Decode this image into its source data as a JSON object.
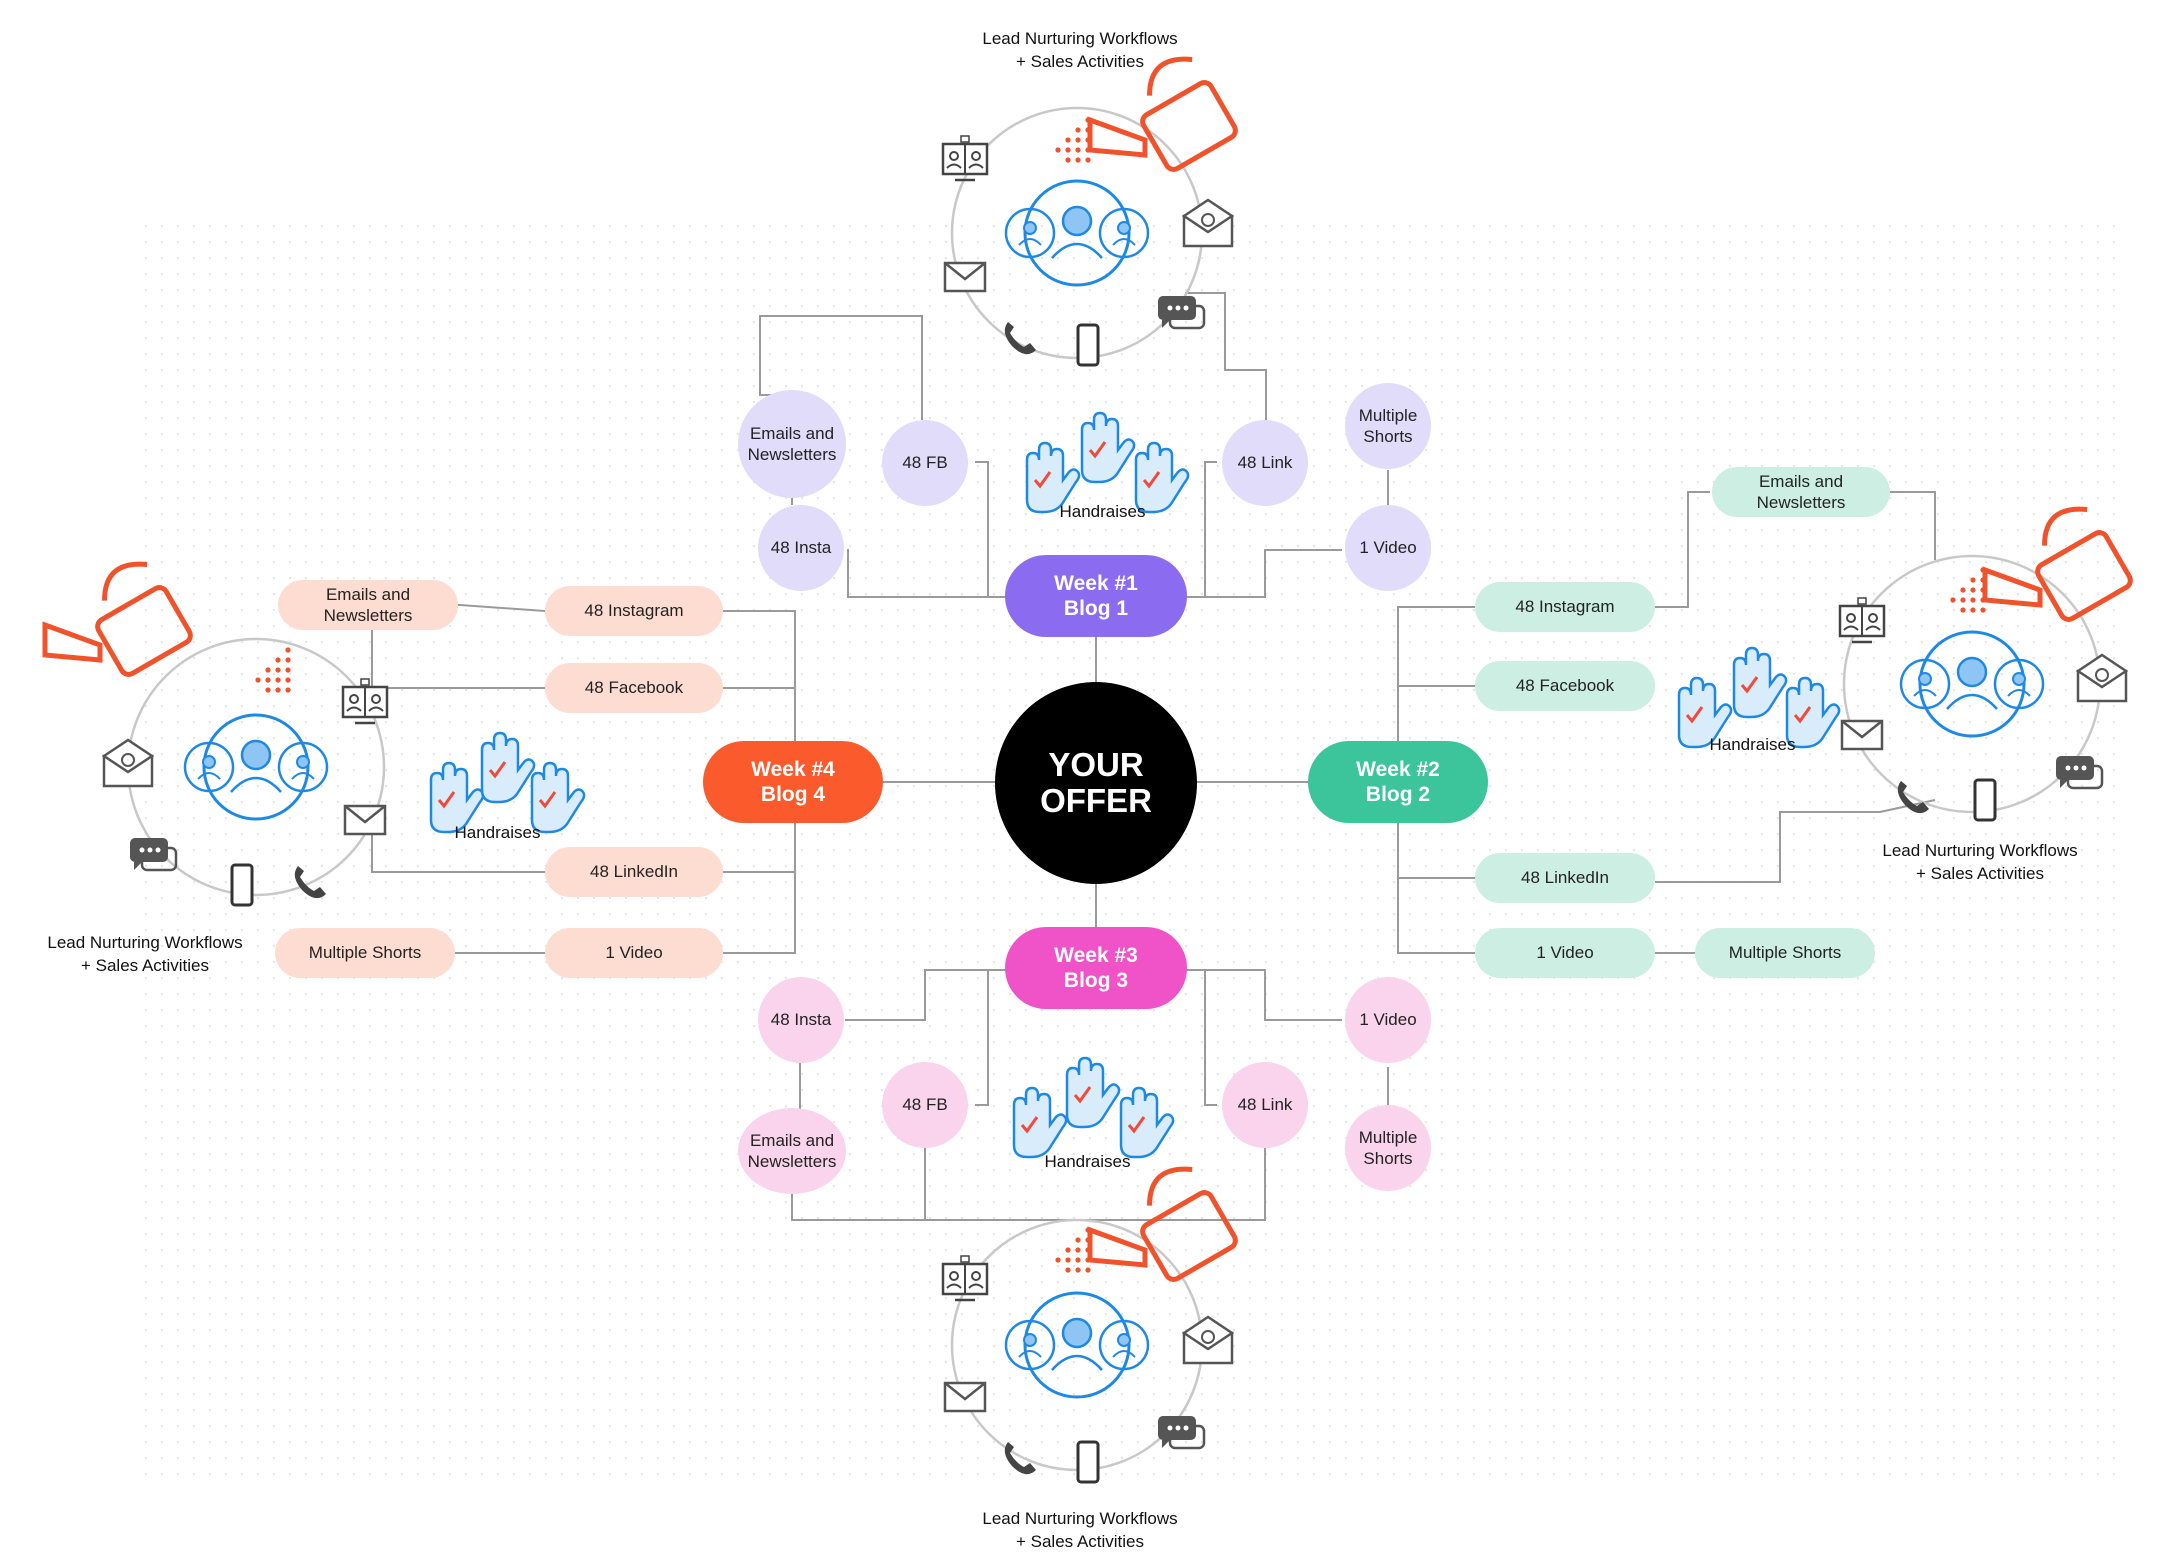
{
  "center": {
    "line1": "YOUR",
    "line2": "OFFER"
  },
  "weeks": {
    "w1": {
      "line1": "Week #1",
      "line2": "Blog 1",
      "color": "#8b6cf0"
    },
    "w2": {
      "line1": "Week #2",
      "line2": "Blog 2",
      "color": "#3cc59a"
    },
    "w3": {
      "line1": "Week #3",
      "line2": "Blog 3",
      "color": "#f052c8"
    },
    "w4": {
      "line1": "Week #4",
      "line2": "Blog 4",
      "color": "#fb5a2d"
    }
  },
  "w1": {
    "emails_line1": "Emails and",
    "emails_line2": "Newsletters",
    "fb": "48 FB",
    "link": "48 Link",
    "insta": "48 Insta",
    "shorts_line1": "Multiple",
    "shorts_line2": "Shorts",
    "video": "1 Video",
    "handraises": "Handraises",
    "cluster_line1": "Lead Nurturing Workflows",
    "cluster_line2": "+ Sales Activities"
  },
  "w2": {
    "emails": "Emails and Newsletters",
    "instagram": "48 Instagram",
    "facebook": "48 Facebook",
    "linkedin": "48 LinkedIn",
    "video": "1 Video",
    "shorts": "Multiple Shorts",
    "handraises": "Handraises",
    "cluster_line1": "Lead Nurturing Workflows",
    "cluster_line2": "+ Sales Activities"
  },
  "w3": {
    "insta": "48 Insta",
    "emails_line1": "Emails and",
    "emails_line2": "Newsletters",
    "fb": "48 FB",
    "link": "48 Link",
    "video": "1 Video",
    "shorts_line1": "Multiple",
    "shorts_line2": "Shorts",
    "handraises": "Handraises",
    "cluster_line1": "Lead Nurturing Workflows",
    "cluster_line2": "+ Sales Activities"
  },
  "w4": {
    "emails": "Emails and Newsletters",
    "instagram": "48 Instagram",
    "facebook": "48 Facebook",
    "linkedin": "48 LinkedIn",
    "video": "1 Video",
    "shorts": "Multiple Shorts",
    "handraises": "Handraises",
    "cluster_line1": "Lead Nurturing Workflows",
    "cluster_line2": "+ Sales Activities"
  },
  "colors": {
    "lavender": "#e0dcfa",
    "mint": "#cdefe3",
    "pink": "#f9d4ec",
    "peach": "#fdddd2",
    "icon_blue": "#1e88e5",
    "icon_orange": "#f0522b",
    "connector": "#9a9a9a"
  }
}
